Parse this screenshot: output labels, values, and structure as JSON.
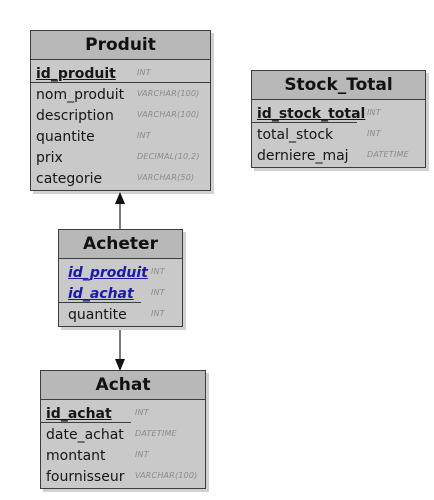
{
  "entities": {
    "produit": {
      "title": "Produit",
      "fields": [
        {
          "name": "id_produit",
          "type": "INT"
        },
        {
          "name": "nom_produit",
          "type": "VARCHAR(100)"
        },
        {
          "name": "description",
          "type": "VARCHAR(100)"
        },
        {
          "name": "quantite",
          "type": "INT"
        },
        {
          "name": "prix",
          "type": "DECIMAL(10,2)"
        },
        {
          "name": "categorie",
          "type": "VARCHAR(50)"
        }
      ]
    },
    "stock_total": {
      "title": "Stock_Total",
      "fields": [
        {
          "name": "id_stock_total",
          "type": "INT"
        },
        {
          "name": "total_stock",
          "type": "INT"
        },
        {
          "name": "derniere_maj",
          "type": "DATETIME"
        }
      ]
    },
    "acheter": {
      "title": "Acheter",
      "fields": [
        {
          "name": "id_produit",
          "type": "INT"
        },
        {
          "name": "id_achat",
          "type": "INT"
        },
        {
          "name": "quantite",
          "type": "INT"
        }
      ]
    },
    "achat": {
      "title": "Achat",
      "fields": [
        {
          "name": "id_achat",
          "type": "INT"
        },
        {
          "name": "date_achat",
          "type": "DATETIME"
        },
        {
          "name": "montant",
          "type": "INT"
        },
        {
          "name": "fournisseur",
          "type": "VARCHAR(100)"
        }
      ]
    }
  }
}
